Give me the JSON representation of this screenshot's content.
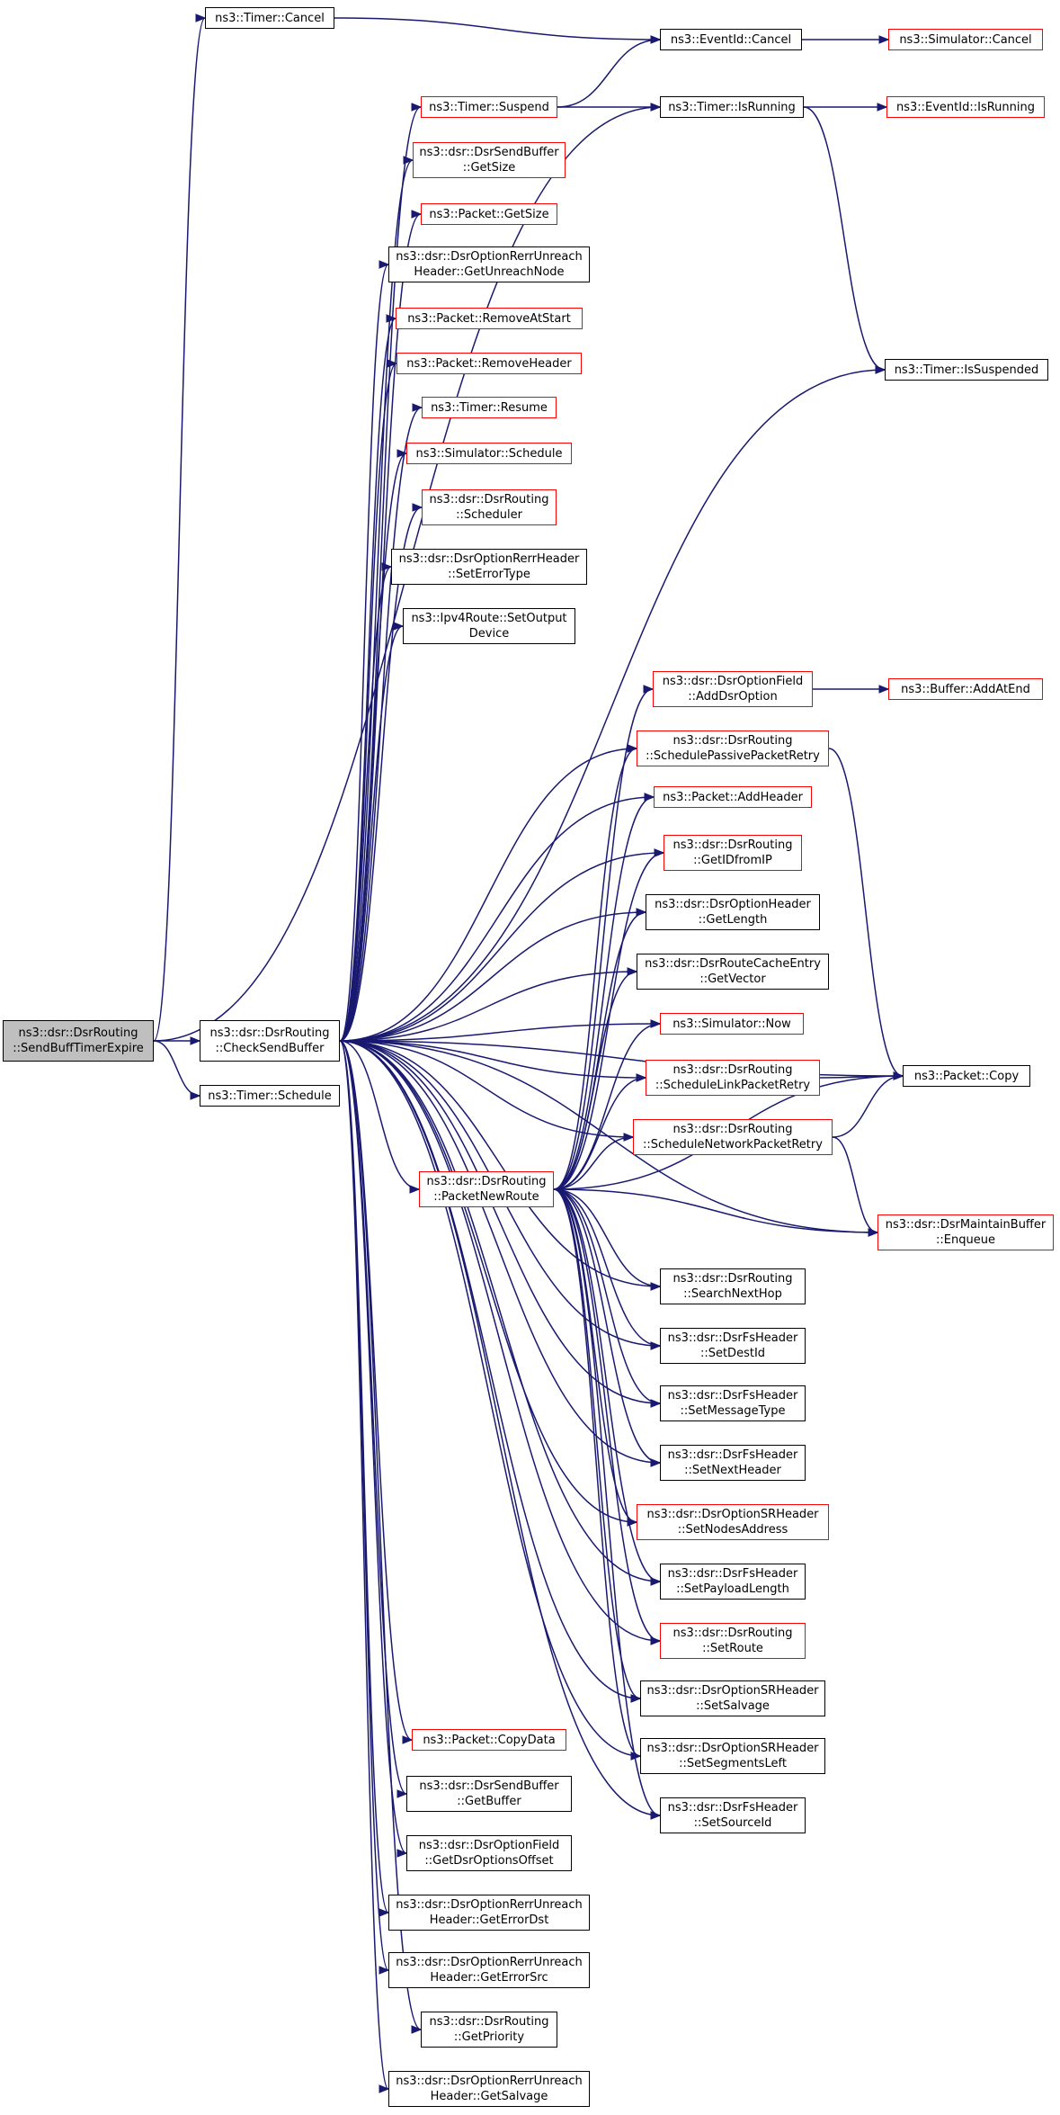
{
  "colors": {
    "edge": "#191970",
    "gray_fill": "#bfbfbf",
    "red_border": "#ff0000",
    "black_border": "#000000"
  },
  "nodes": [
    {
      "id": "sbte",
      "lines": [
        "ns3::dsr::DsrRouting",
        "::SendBuffTimerExpire"
      ],
      "style": "gray"
    },
    {
      "id": "csb",
      "lines": [
        "ns3::dsr::DsrRouting",
        "::CheckSendBuffer"
      ],
      "style": "black"
    },
    {
      "id": "tcancel",
      "lines": [
        "ns3::Timer::Cancel"
      ],
      "style": "black"
    },
    {
      "id": "tsched",
      "lines": [
        "ns3::Timer::Schedule"
      ],
      "style": "black"
    },
    {
      "id": "evcancel",
      "lines": [
        "ns3::EventId::Cancel"
      ],
      "style": "black"
    },
    {
      "id": "simcancel",
      "lines": [
        "ns3::Simulator::Cancel"
      ],
      "style": "red"
    },
    {
      "id": "tsuspend",
      "lines": [
        "ns3::Timer::Suspend"
      ],
      "style": "red"
    },
    {
      "id": "tisrun",
      "lines": [
        "ns3::Timer::IsRunning"
      ],
      "style": "black"
    },
    {
      "id": "evisrun",
      "lines": [
        "ns3::EventId::IsRunning"
      ],
      "style": "red"
    },
    {
      "id": "tissusp",
      "lines": [
        "ns3::Timer::IsSuspended"
      ],
      "style": "black"
    },
    {
      "id": "sbgetsize",
      "lines": [
        "ns3::dsr::DsrSendBuffer",
        "::GetSize"
      ],
      "style": "red"
    },
    {
      "id": "pgetsize",
      "lines": [
        "ns3::Packet::GetSize"
      ],
      "style": "red"
    },
    {
      "id": "unreachnode",
      "lines": [
        "ns3::dsr::DsrOptionRerrUnreach",
        "Header::GetUnreachNode"
      ],
      "style": "black"
    },
    {
      "id": "removeatstart",
      "lines": [
        "ns3::Packet::RemoveAtStart"
      ],
      "style": "red"
    },
    {
      "id": "removeheader",
      "lines": [
        "ns3::Packet::RemoveHeader"
      ],
      "style": "red"
    },
    {
      "id": "tresume",
      "lines": [
        "ns3::Timer::Resume"
      ],
      "style": "red"
    },
    {
      "id": "simschedule",
      "lines": [
        "ns3::Simulator::Schedule"
      ],
      "style": "red"
    },
    {
      "id": "scheduler",
      "lines": [
        "ns3::dsr::DsrRouting",
        "::Scheduler"
      ],
      "style": "red"
    },
    {
      "id": "seterrortype",
      "lines": [
        "ns3::dsr::DsrOptionRerrHeader",
        "::SetErrorType"
      ],
      "style": "black"
    },
    {
      "id": "setoutdev",
      "lines": [
        "ns3::Ipv4Route::SetOutput",
        "Device"
      ],
      "style": "black"
    },
    {
      "id": "adddsropt",
      "lines": [
        "ns3::dsr::DsrOptionField",
        "::AddDsrOption"
      ],
      "style": "red"
    },
    {
      "id": "addatend",
      "lines": [
        "ns3::Buffer::AddAtEnd"
      ],
      "style": "red"
    },
    {
      "id": "passretry",
      "lines": [
        "ns3::dsr::DsrRouting",
        "::SchedulePassivePacketRetry"
      ],
      "style": "red"
    },
    {
      "id": "addheader",
      "lines": [
        "ns3::Packet::AddHeader"
      ],
      "style": "red"
    },
    {
      "id": "getidfromip",
      "lines": [
        "ns3::dsr::DsrRouting",
        "::GetIDfromIP"
      ],
      "style": "red"
    },
    {
      "id": "optgetlength",
      "lines": [
        "ns3::dsr::DsrOptionHeader",
        "::GetLength"
      ],
      "style": "black"
    },
    {
      "id": "getvector",
      "lines": [
        "ns3::dsr::DsrRouteCacheEntry",
        "::GetVector"
      ],
      "style": "black"
    },
    {
      "id": "simnow",
      "lines": [
        "ns3::Simulator::Now"
      ],
      "style": "red"
    },
    {
      "id": "linkretry",
      "lines": [
        "ns3::dsr::DsrRouting",
        "::ScheduleLinkPacketRetry"
      ],
      "style": "red"
    },
    {
      "id": "pcopy",
      "lines": [
        "ns3::Packet::Copy"
      ],
      "style": "black"
    },
    {
      "id": "netretry",
      "lines": [
        "ns3::dsr::DsrRouting",
        "::ScheduleNetworkPacketRetry"
      ],
      "style": "red"
    },
    {
      "id": "pktnewroute",
      "lines": [
        "ns3::dsr::DsrRouting",
        "::PacketNewRoute"
      ],
      "style": "red"
    },
    {
      "id": "enqueue",
      "lines": [
        "ns3::dsr::DsrMaintainBuffer",
        "::Enqueue"
      ],
      "style": "red"
    },
    {
      "id": "searchnexthop",
      "lines": [
        "ns3::dsr::DsrRouting",
        "::SearchNextHop"
      ],
      "style": "black"
    },
    {
      "id": "setdestid",
      "lines": [
        "ns3::dsr::DsrFsHeader",
        "::SetDestId"
      ],
      "style": "black"
    },
    {
      "id": "setmsgtype",
      "lines": [
        "ns3::dsr::DsrFsHeader",
        "::SetMessageType"
      ],
      "style": "black"
    },
    {
      "id": "setnexthdr",
      "lines": [
        "ns3::dsr::DsrFsHeader",
        "::SetNextHeader"
      ],
      "style": "black"
    },
    {
      "id": "setnodesaddr",
      "lines": [
        "ns3::dsr::DsrOptionSRHeader",
        "::SetNodesAddress"
      ],
      "style": "red"
    },
    {
      "id": "setpayload",
      "lines": [
        "ns3::dsr::DsrFsHeader",
        "::SetPayloadLength"
      ],
      "style": "black"
    },
    {
      "id": "setroute",
      "lines": [
        "ns3::dsr::DsrRouting",
        "::SetRoute"
      ],
      "style": "red"
    },
    {
      "id": "setsalvage",
      "lines": [
        "ns3::dsr::DsrOptionSRHeader",
        "::SetSalvage"
      ],
      "style": "black"
    },
    {
      "id": "setsegleft",
      "lines": [
        "ns3::dsr::DsrOptionSRHeader",
        "::SetSegmentsLeft"
      ],
      "style": "black"
    },
    {
      "id": "setsourceid",
      "lines": [
        "ns3::dsr::DsrFsHeader",
        "::SetSourceId"
      ],
      "style": "black"
    },
    {
      "id": "copydata",
      "lines": [
        "ns3::Packet::CopyData"
      ],
      "style": "red"
    },
    {
      "id": "getbuffer",
      "lines": [
        "ns3::dsr::DsrSendBuffer",
        "::GetBuffer"
      ],
      "style": "black"
    },
    {
      "id": "getdsroptoff",
      "lines": [
        "ns3::dsr::DsrOptionField",
        "::GetDsrOptionsOffset"
      ],
      "style": "black"
    },
    {
      "id": "geterrordst",
      "lines": [
        "ns3::dsr::DsrOptionRerrUnreach",
        "Header::GetErrorDst"
      ],
      "style": "black"
    },
    {
      "id": "geterrorsrc",
      "lines": [
        "ns3::dsr::DsrOptionRerrUnreach",
        "Header::GetErrorSrc"
      ],
      "style": "black"
    },
    {
      "id": "getpriority",
      "lines": [
        "ns3::dsr::DsrRouting",
        "::GetPriority"
      ],
      "style": "black"
    },
    {
      "id": "getsalvage",
      "lines": [
        "ns3::dsr::DsrOptionRerrUnreach",
        "Header::GetSalvage"
      ],
      "style": "black"
    }
  ],
  "edges": [
    [
      "sbte",
      "csb"
    ],
    [
      "sbte",
      "tcancel"
    ],
    [
      "sbte",
      "tsched"
    ],
    [
      "sbte",
      "tisrun"
    ],
    [
      "tcancel",
      "evcancel"
    ],
    [
      "evcancel",
      "simcancel"
    ],
    [
      "tsuspend",
      "evcancel"
    ],
    [
      "tsuspend",
      "tisrun"
    ],
    [
      "tisrun",
      "evisrun"
    ],
    [
      "tisrun",
      "tissusp"
    ],
    [
      "csb",
      "tsuspend"
    ],
    [
      "csb",
      "sbgetsize"
    ],
    [
      "csb",
      "pgetsize"
    ],
    [
      "csb",
      "unreachnode"
    ],
    [
      "csb",
      "removeatstart"
    ],
    [
      "csb",
      "removeheader"
    ],
    [
      "csb",
      "tresume"
    ],
    [
      "csb",
      "simschedule"
    ],
    [
      "csb",
      "scheduler"
    ],
    [
      "csb",
      "seterrortype"
    ],
    [
      "csb",
      "setoutdev"
    ],
    [
      "csb",
      "tissusp"
    ],
    [
      "csb",
      "pcopy"
    ],
    [
      "csb",
      "passretry"
    ],
    [
      "csb",
      "addheader"
    ],
    [
      "csb",
      "getidfromip"
    ],
    [
      "csb",
      "optgetlength"
    ],
    [
      "csb",
      "getvector"
    ],
    [
      "csb",
      "simnow"
    ],
    [
      "csb",
      "linkretry"
    ],
    [
      "csb",
      "netretry"
    ],
    [
      "csb",
      "pktnewroute"
    ],
    [
      "csb",
      "searchnexthop"
    ],
    [
      "csb",
      "setdestid"
    ],
    [
      "csb",
      "setmsgtype"
    ],
    [
      "csb",
      "setnexthdr"
    ],
    [
      "csb",
      "setnodesaddr"
    ],
    [
      "csb",
      "setpayload"
    ],
    [
      "csb",
      "setroute"
    ],
    [
      "csb",
      "setsalvage"
    ],
    [
      "csb",
      "setsegleft"
    ],
    [
      "csb",
      "setsourceid"
    ],
    [
      "csb",
      "enqueue"
    ],
    [
      "csb",
      "copydata"
    ],
    [
      "csb",
      "getbuffer"
    ],
    [
      "csb",
      "getdsroptoff"
    ],
    [
      "csb",
      "geterrordst"
    ],
    [
      "csb",
      "geterrorsrc"
    ],
    [
      "csb",
      "getpriority"
    ],
    [
      "csb",
      "getsalvage"
    ],
    [
      "adddsropt",
      "addatend"
    ],
    [
      "passretry",
      "pcopy"
    ],
    [
      "linkretry",
      "pcopy"
    ],
    [
      "netretry",
      "pcopy"
    ],
    [
      "netretry",
      "enqueue"
    ],
    [
      "pktnewroute",
      "adddsropt"
    ],
    [
      "pktnewroute",
      "passretry"
    ],
    [
      "pktnewroute",
      "addheader"
    ],
    [
      "pktnewroute",
      "getidfromip"
    ],
    [
      "pktnewroute",
      "optgetlength"
    ],
    [
      "pktnewroute",
      "getvector"
    ],
    [
      "pktnewroute",
      "simnow"
    ],
    [
      "pktnewroute",
      "linkretry"
    ],
    [
      "pktnewroute",
      "netretry"
    ],
    [
      "pktnewroute",
      "pcopy"
    ],
    [
      "pktnewroute",
      "enqueue"
    ],
    [
      "pktnewroute",
      "searchnexthop"
    ],
    [
      "pktnewroute",
      "setdestid"
    ],
    [
      "pktnewroute",
      "setmsgtype"
    ],
    [
      "pktnewroute",
      "setnexthdr"
    ],
    [
      "pktnewroute",
      "setnodesaddr"
    ],
    [
      "pktnewroute",
      "setpayload"
    ],
    [
      "pktnewroute",
      "setroute"
    ],
    [
      "pktnewroute",
      "setsalvage"
    ],
    [
      "pktnewroute",
      "setsegleft"
    ],
    [
      "pktnewroute",
      "setsourceid"
    ]
  ]
}
